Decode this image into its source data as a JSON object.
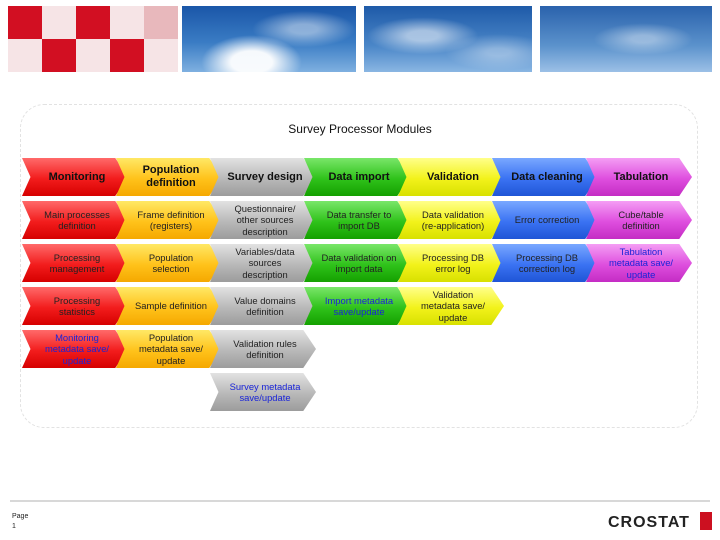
{
  "diagram": {
    "title": "Survey Processor Modules",
    "columns": [
      {
        "color": "red",
        "header": "Monitoring",
        "items": [
          {
            "label": "Main processes definition"
          },
          {
            "label": "Processing management"
          },
          {
            "label": "Processing statistics"
          },
          {
            "label": "Monitoring metadata save/ update",
            "text_color": "blue"
          }
        ]
      },
      {
        "color": "yellow",
        "header": "Population definition",
        "items": [
          {
            "label": "Frame definition (registers)"
          },
          {
            "label": "Population selection"
          },
          {
            "label": "Sample definition"
          },
          {
            "label": "Population metadata save/ update"
          }
        ]
      },
      {
        "color": "gray",
        "header": "Survey design",
        "items": [
          {
            "label": "Questionnaire/ other sources description"
          },
          {
            "label": "Variables/data sources description"
          },
          {
            "label": "Value domains definition"
          },
          {
            "label": "Validation rules definition"
          },
          {
            "label": "Survey metadata save/update",
            "text_color": "blue"
          }
        ]
      },
      {
        "color": "green",
        "header": "Data import",
        "items": [
          {
            "label": "Data transfer to import DB"
          },
          {
            "label": "Data validation on import data"
          },
          {
            "label": "Import metadata save/update",
            "text_color": "blue"
          }
        ]
      },
      {
        "color": "lime",
        "header": "Validation",
        "items": [
          {
            "label": "Data validation (re-application)"
          },
          {
            "label": "Processing DB error log"
          },
          {
            "label": "Validation metadata save/ update"
          }
        ]
      },
      {
        "color": "blue",
        "header": "Data cleaning",
        "items": [
          {
            "label": "Error correction"
          },
          {
            "label": "Processing DB correction log"
          }
        ]
      },
      {
        "color": "violet",
        "header": "Tabulation",
        "items": [
          {
            "label": "Cube/table definition"
          },
          {
            "label": "Tabulation metadata save/ update",
            "text_color": "blue"
          }
        ]
      }
    ]
  },
  "footer": {
    "page_label": "Page",
    "page_number": "1",
    "logo_text": "CROSTAT"
  },
  "colors": {
    "red": "#f21c1c",
    "yellow": "#ffc21a",
    "gray": "#b8b8b8",
    "green": "#2fc21a",
    "lime": "#f2f21a",
    "blue": "#3a72f2",
    "violet": "#de4ede",
    "blue_text": "#1a24d8",
    "header_red": "#cc1020"
  }
}
